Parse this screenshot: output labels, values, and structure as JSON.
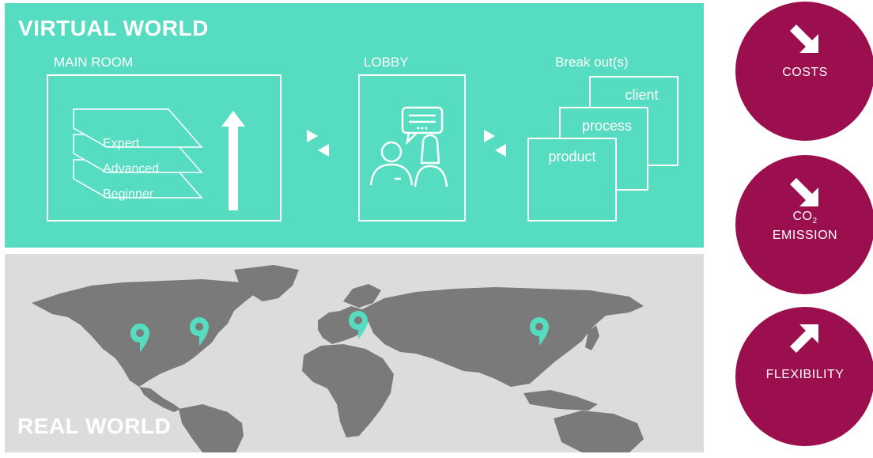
{
  "virtual_world": {
    "title": "VIRTUAL WORLD",
    "main_room": {
      "label": "MAIN ROOM",
      "levels": [
        "Expert",
        "Advanced",
        "Beginner"
      ]
    },
    "lobby": {
      "label": "LOBBY"
    },
    "breakouts": {
      "label": "Break out(s)",
      "rooms": [
        "client",
        "process",
        "product"
      ]
    }
  },
  "real_world": {
    "title": "REAL WORLD",
    "map_pins": [
      "west-usa-pin",
      "east-usa-pin",
      "europe-pin",
      "asia-pin"
    ]
  },
  "circles": [
    {
      "label": "COSTS",
      "arrow": "down-right-arrow-icon"
    },
    {
      "label_main": "CO",
      "label_sub": "2",
      "label_second": "EMISSION",
      "arrow": "down-right-arrow-icon"
    },
    {
      "label": "FLEXIBILITY",
      "arrow": "up-right-arrow-icon"
    }
  ],
  "colors": {
    "virtual_bg": "#56dcc0",
    "real_bg": "#dcdcdc",
    "continents": "#7a7a7a",
    "pin": "#56dcc0",
    "circle": "#9c0f4f"
  }
}
